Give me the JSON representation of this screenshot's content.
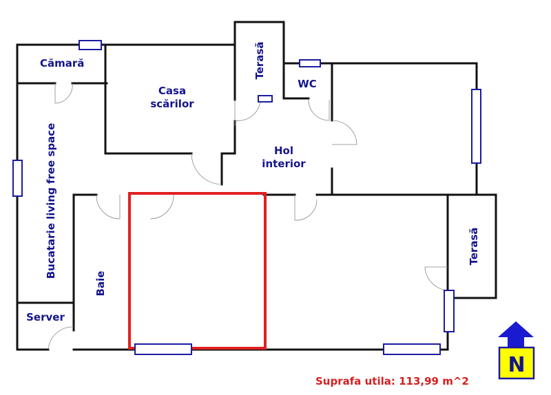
{
  "rooms": {
    "camara": "Cămară",
    "casa_line1": "Casa",
    "casa_line2": "scărilor",
    "terasa_top": "Terasă",
    "wc": "WC",
    "hol_line1": "Hol",
    "hol_line2": "interior",
    "bucatarie": "Bucatarie living free space",
    "baie": "Baie",
    "server": "Server",
    "terasa_right": "Terasă"
  },
  "area_label": "Suprafa utila: 113,99 m^2",
  "compass": {
    "letter": "N",
    "arrow_color": "#1a1ad0",
    "box_color": "#ffff00"
  },
  "highlight_color": "#e02020"
}
